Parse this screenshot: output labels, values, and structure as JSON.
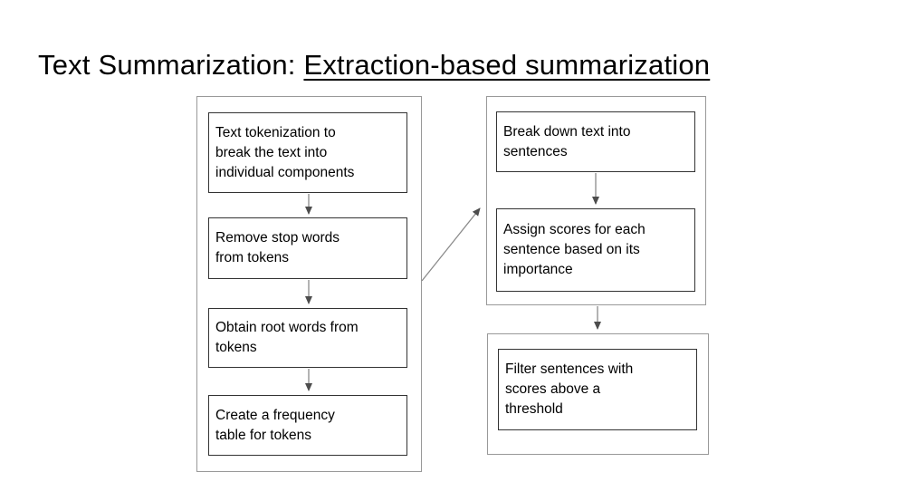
{
  "title": {
    "prefix": "Text Summarization: ",
    "underlined": "Extraction-based summarization"
  },
  "colors": {
    "background": "#ffffff",
    "text": "#000000",
    "step_box_border": "#333333",
    "group_container_border": "#999999",
    "arrow_line": "#8a8a8a",
    "arrow_head": "#4d4d4d"
  },
  "flowchart": {
    "left_group": {
      "steps": [
        {
          "label": "Text tokenization to\nbreak the text into\nindividual components"
        },
        {
          "label": "Remove stop words\nfrom tokens"
        },
        {
          "label": "Obtain root words from\ntokens"
        },
        {
          "label": "Create a frequency\ntable for tokens"
        }
      ]
    },
    "right_group": {
      "steps": [
        {
          "label": "Break down text into\nsentences"
        },
        {
          "label": "Assign scores for each\nsentence based on its\nimportance"
        }
      ]
    },
    "output_group": {
      "steps": [
        {
          "label": "Filter sentences with\nscores above a\nthreshold"
        }
      ]
    }
  }
}
